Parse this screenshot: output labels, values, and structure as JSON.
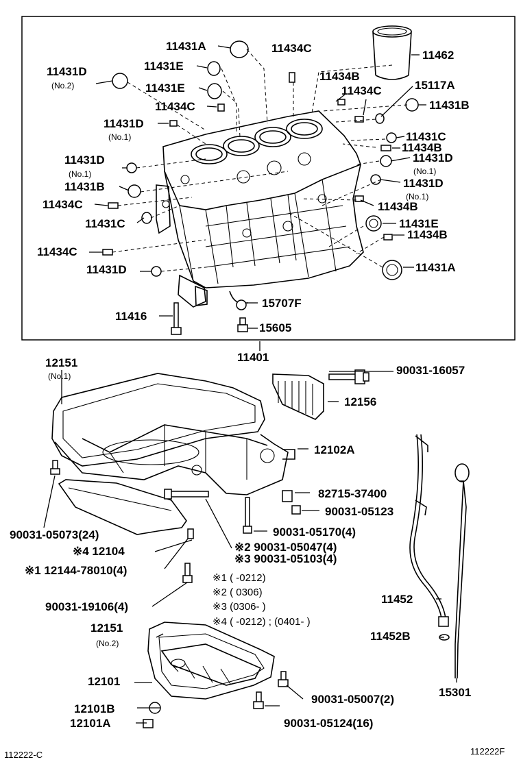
{
  "labels": {
    "l11431A_top": "11431A",
    "l11434C_top": "11434C",
    "l11462": "11462",
    "l11431D_a": "11431D",
    "l11431D_a_sub": "(No.2)",
    "l11431E_a": "11431E",
    "l11434B_a": "11434B",
    "l11431E_b": "11431E",
    "l11434C_b": "11434C",
    "l15117A": "15117A",
    "l11434C_c": "11434C",
    "l11431B_r": "11431B",
    "l11431D_b": "11431D",
    "l11431D_b_sub": "(No.1)",
    "l11431C_r": "11431C",
    "l11434B_r": "11434B",
    "l11431D_r1": "11431D",
    "l11431D_r1_sub": "(No.1)",
    "l11431D_c": "11431D",
    "l11431D_c_sub": "(No.1)",
    "l11431D_r2": "11431D",
    "l11431D_r2_sub": "(No.1)",
    "l11431B_l": "11431B",
    "l11434C_l": "11434C",
    "l11434B_r2": "11434B",
    "l11431C_l": "11431C",
    "l11431E_r": "11431E",
    "l11434B_r3": "11434B",
    "l11434C_l2": "11434C",
    "l11431D_l2": "11431D",
    "l11431A_r": "11431A",
    "l15707F": "15707F",
    "l11416": "11416",
    "l15605": "15605",
    "l11401": "11401",
    "l12151_a": "12151",
    "l12151_a_sub": "(No.1)",
    "l90031_16057": "90031-16057",
    "l12156": "12156",
    "l12102A": "12102A",
    "l82715_37400": "82715-37400",
    "l90031_05123": "90031-05123",
    "l90031_05073": "90031-05073(24)",
    "l90031_05170": "90031-05170(4)",
    "l12104": "※4  12104",
    "l90031_05047": "※2 90031-05047(4)",
    "l90031_05103": "※3 90031-05103(4)",
    "l12144": "※1  12144-78010(4)",
    "l90031_19106": "90031-19106(4)",
    "l11452": "11452",
    "l12151_b": "12151",
    "l12151_b_sub": "(No.2)",
    "l11452B": "11452B",
    "l12101": "12101",
    "l90031_05007": "90031-05007(2)",
    "l15301": "15301",
    "l12101B": "12101B",
    "l12101A": "12101A",
    "l90031_05124": "90031-05124(16)"
  },
  "notes": {
    "n1": "※1  (          -0212)",
    "n2": "※2  (          0306)",
    "n3": "※3  (0306-          )",
    "n4": "※4  (          -0212) ; (0401-          )"
  },
  "footer": {
    "left_code": "112222-C",
    "right_code": "112222F"
  },
  "colors": {
    "ink": "#000000",
    "paper": "#ffffff"
  }
}
